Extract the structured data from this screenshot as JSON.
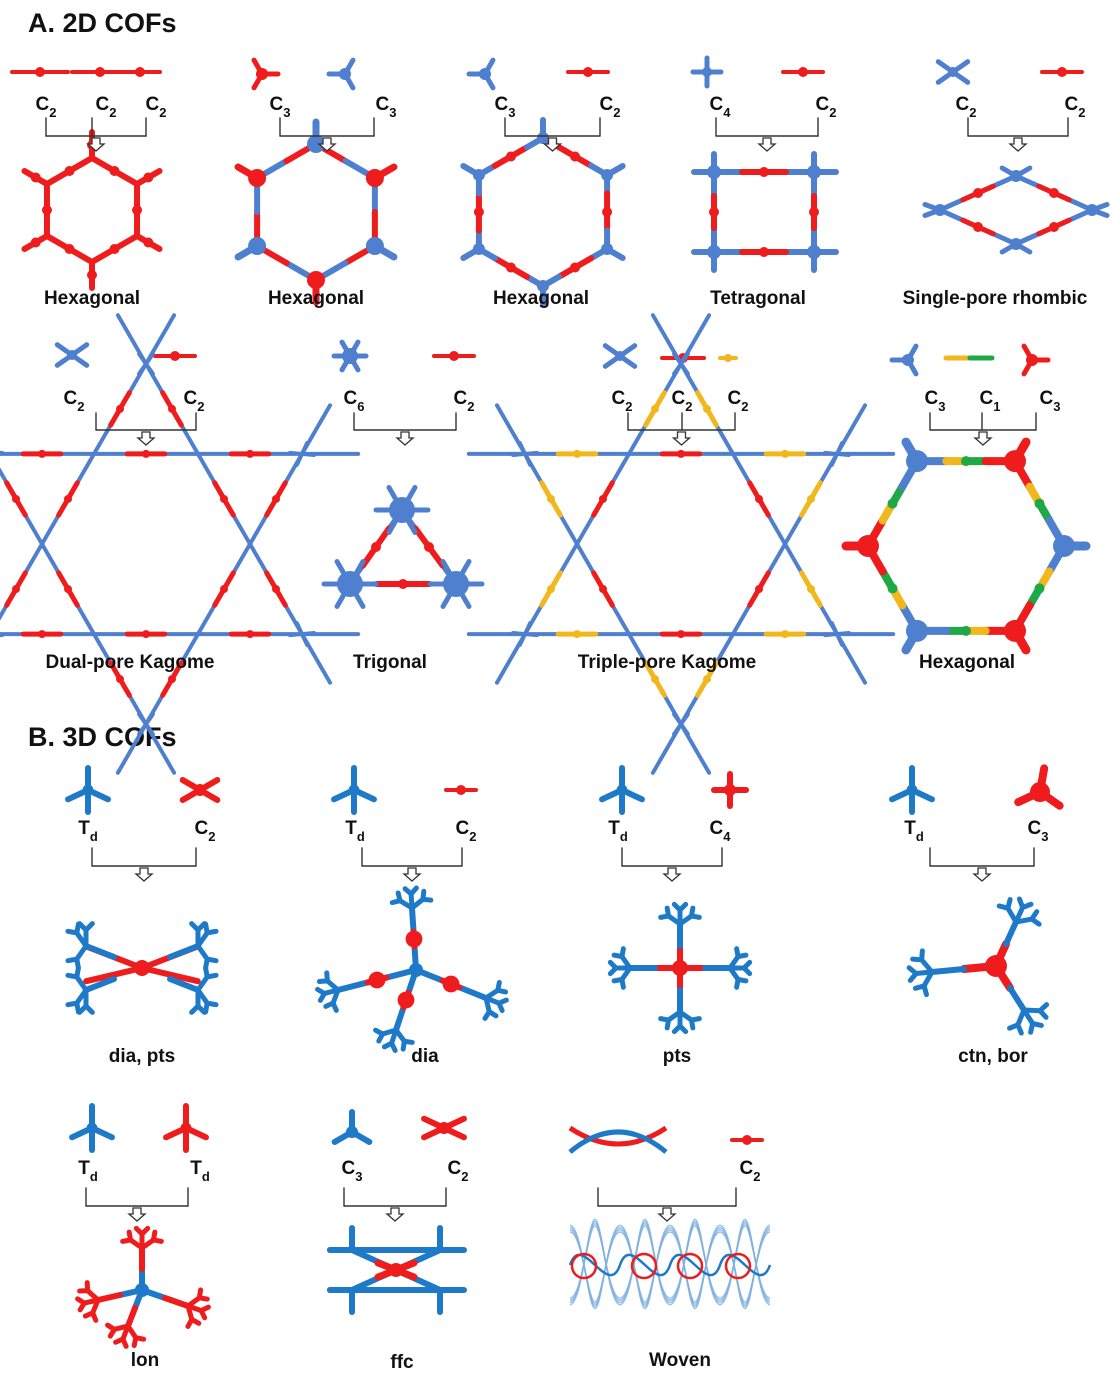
{
  "sections": {
    "a_title": "A. 2D COFs",
    "b_title": "B. 3D COFs"
  },
  "colors": {
    "blue": "#4f7fcf",
    "blue_3d": "#1e7ac8",
    "red": "#ee1c1c",
    "yellow": "#f2b71c",
    "green": "#1fa846"
  },
  "panels_2d": [
    {
      "symmetries": [
        "C2",
        "C2",
        "C2"
      ],
      "topology": "Hexagonal"
    },
    {
      "symmetries": [
        "C3",
        "C3"
      ],
      "topology": "Hexagonal"
    },
    {
      "symmetries": [
        "C3",
        "C2"
      ],
      "topology": "Hexagonal"
    },
    {
      "symmetries": [
        "C4",
        "C2"
      ],
      "topology": "Tetragonal"
    },
    {
      "symmetries": [
        "C2",
        "C2"
      ],
      "topology": "Single-pore rhombic"
    },
    {
      "symmetries": [
        "C2",
        "C2"
      ],
      "topology": "Dual-pore Kagome"
    },
    {
      "symmetries": [
        "C6",
        "C2"
      ],
      "topology": "Trigonal"
    },
    {
      "symmetries": [
        "C2",
        "C2",
        "C2"
      ],
      "topology": "Triple-pore Kagome"
    },
    {
      "symmetries": [
        "C3",
        "C1",
        "C3"
      ],
      "topology": "Hexagonal"
    }
  ],
  "panels_3d": [
    {
      "symmetries": [
        "Td",
        "C2"
      ],
      "topology": "dia, pts"
    },
    {
      "symmetries": [
        "Td",
        "C2"
      ],
      "topology": "dia"
    },
    {
      "symmetries": [
        "Td",
        "C4"
      ],
      "topology": "pts"
    },
    {
      "symmetries": [
        "Td",
        "C3"
      ],
      "topology": "ctn, bor"
    },
    {
      "symmetries": [
        "Td",
        "Td"
      ],
      "topology": "lon"
    },
    {
      "symmetries": [
        "C3",
        "C2"
      ],
      "topology": "ffc"
    },
    {
      "symmetries": [
        "C2"
      ],
      "topology": "Woven"
    }
  ]
}
